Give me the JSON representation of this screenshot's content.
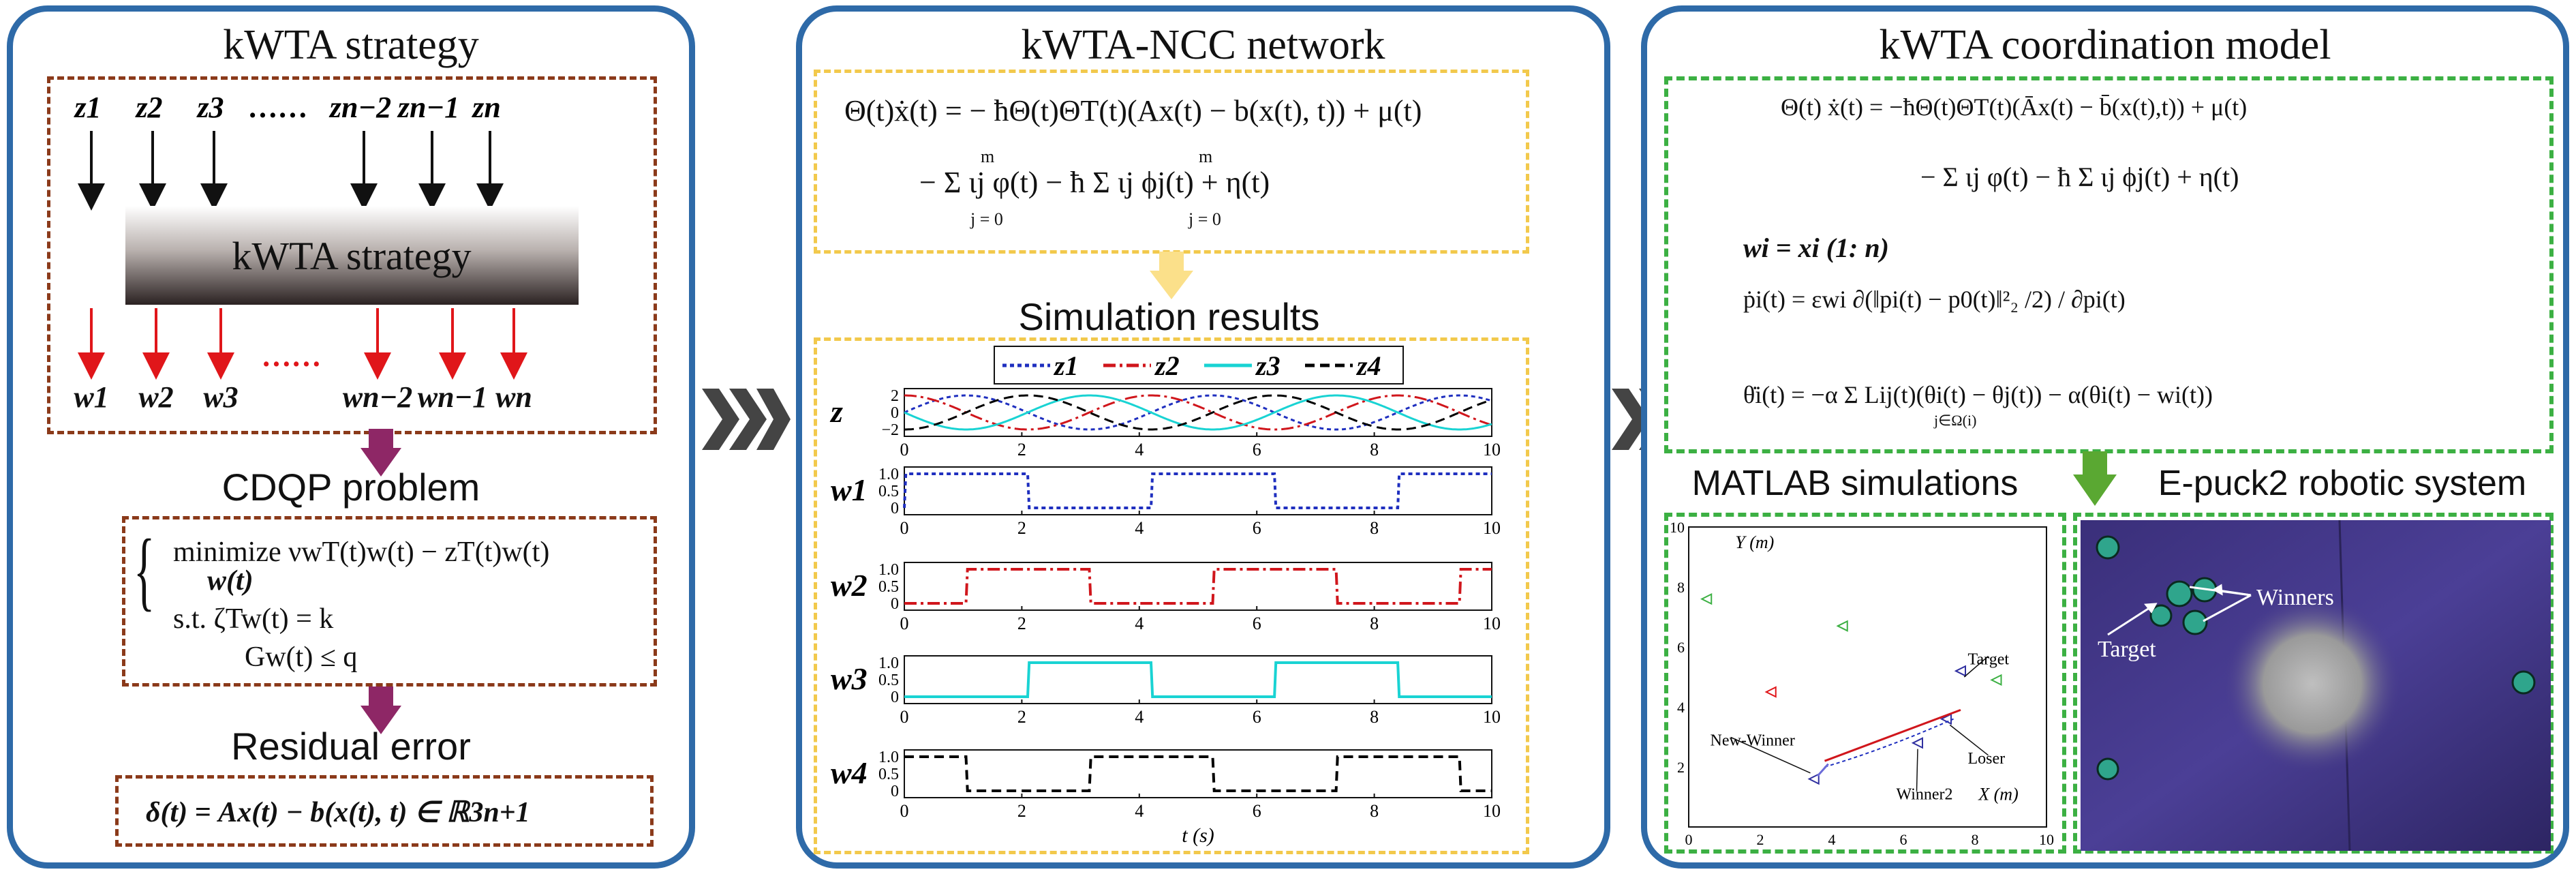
{
  "panels": {
    "left_title": "kWTA strategy",
    "middle_title": "kWTA-NCC network",
    "right_title": "kWTA coordination model"
  },
  "left": {
    "z_inputs": [
      "z1",
      "z2",
      "z3",
      "……",
      "zn−2",
      "zn−1",
      "zn"
    ],
    "box_label": "kWTA strategy",
    "w_outputs": [
      "w1",
      "w2",
      "w3",
      "……",
      "wn−2",
      "wn−1",
      "wn"
    ],
    "cdqp_title": "CDQP problem",
    "cdqp_lines": [
      "minimize   νwT(t)w(t) − zT(t)w(t)",
      "w(t)",
      "s.t.   ζTw(t) = k",
      "Gw(t) ≤ q"
    ],
    "residual_title": "Residual error",
    "residual_eq": "δ(t) = Ax(t) − b(x(t), t) ∈ ℝ3n+1"
  },
  "middle": {
    "eq_line1": "Θ(t)ẋ(t) = − ħΘ(t)ΘT(t)(Ax(t) − b(x(t), t)) + μ(t)",
    "eq_line2": "− Σ ιj φ(t) − ħ Σ ιj ϕj(t) + η(t)",
    "sum_upper": "m",
    "sum_lower": "j = 0",
    "sim_title": "Simulation results",
    "legend": [
      "z1",
      "z2",
      "z3",
      "z4"
    ],
    "row_labels": [
      "z",
      "w1",
      "w2",
      "w3",
      "w4"
    ],
    "z_yticks": [
      "2",
      "0",
      "−2"
    ],
    "w_yticks": [
      "1.0",
      "0.5",
      "0"
    ],
    "xticks": [
      "0",
      "2",
      "4",
      "6",
      "8",
      "10"
    ],
    "xlabel": "t (s)"
  },
  "right": {
    "eq1": "Θ(t) ẋ(t) = −ħΘ(t)ΘT(t)(Āx(t) − b̄(x(t),t)) + μ(t)",
    "eq2": "− Σ ιj φ(t) − ħ Σ ιj ϕj(t) + η(t)",
    "eq3": "wi = xi (1: n)",
    "eq4": "ṗi(t) = εwi ∂(‖pi(t) − p0(t)‖²₂ /2) / ∂pi(t)",
    "eq5": "θ̇i(t) = −α Σ Lij(t)(θi(t) − θj(t)) − α(θi(t) − wi(t))",
    "eq5_sub": "j∈Ω(i)",
    "matlab_title": "MATLAB simulations",
    "epuck_title": "E-puck2 robotic system",
    "matlab_plot": {
      "ylabel": "Y (m)",
      "xlabel": "X (m)",
      "ticks": [
        "0",
        "2",
        "4",
        "6",
        "8",
        "10"
      ],
      "annotations": [
        "Target",
        "New-Winner",
        "Loser",
        "Winner2"
      ]
    },
    "photo_labels": [
      "Target",
      "Winners"
    ]
  },
  "colors": {
    "panel_border": "#2e6aa8",
    "brown_dash": "#8b3a1a",
    "yellow_dash": "#f2c94c",
    "green_dash": "#3cb043",
    "arrow_purple": "#8e2766",
    "arrow_yellow": "#fbe08a",
    "arrow_green": "#5aa832",
    "z1": "#1f2fbf",
    "z2": "#d0161c",
    "z3": "#19d3d3",
    "z4": "#000000"
  }
}
